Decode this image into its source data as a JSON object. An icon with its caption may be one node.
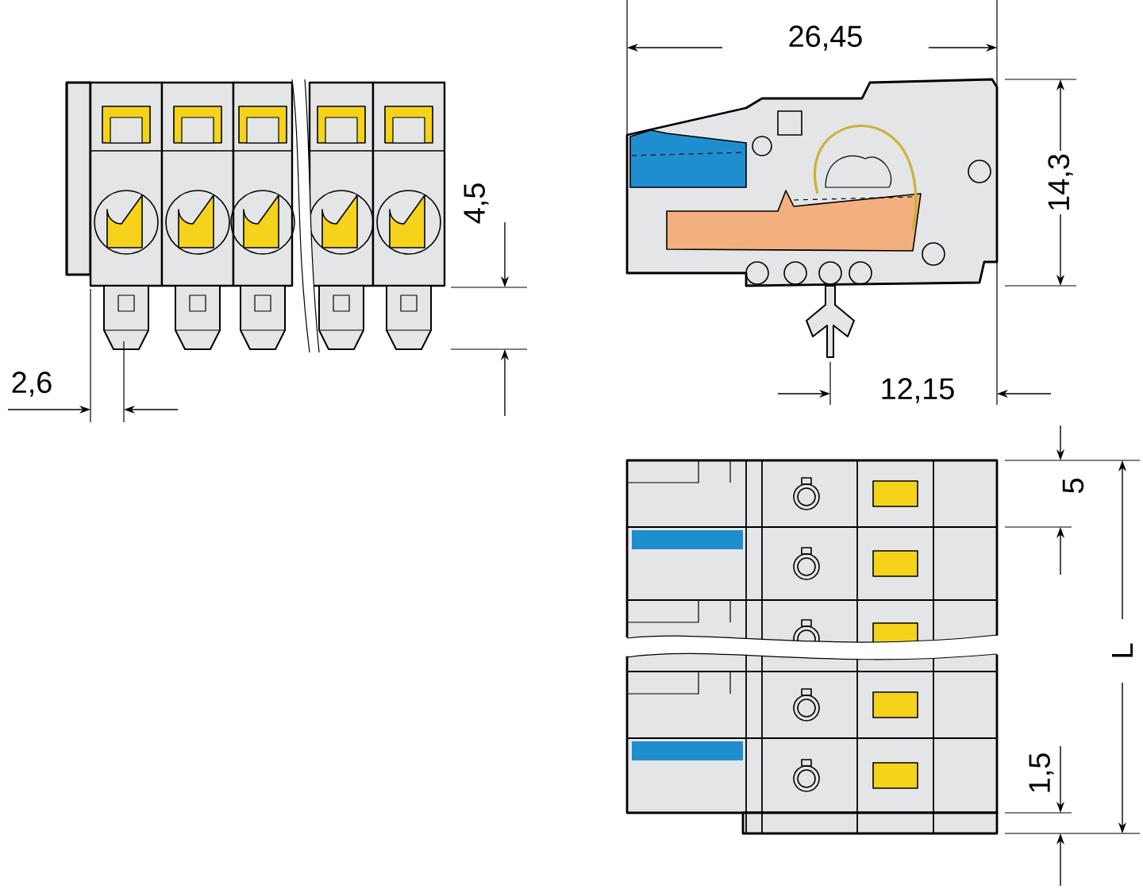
{
  "diagram": {
    "labels": [
      "26,45",
      "14,3",
      "4,5",
      "2,6",
      "12,15",
      "5",
      "L",
      "1,5"
    ]
  }
}
